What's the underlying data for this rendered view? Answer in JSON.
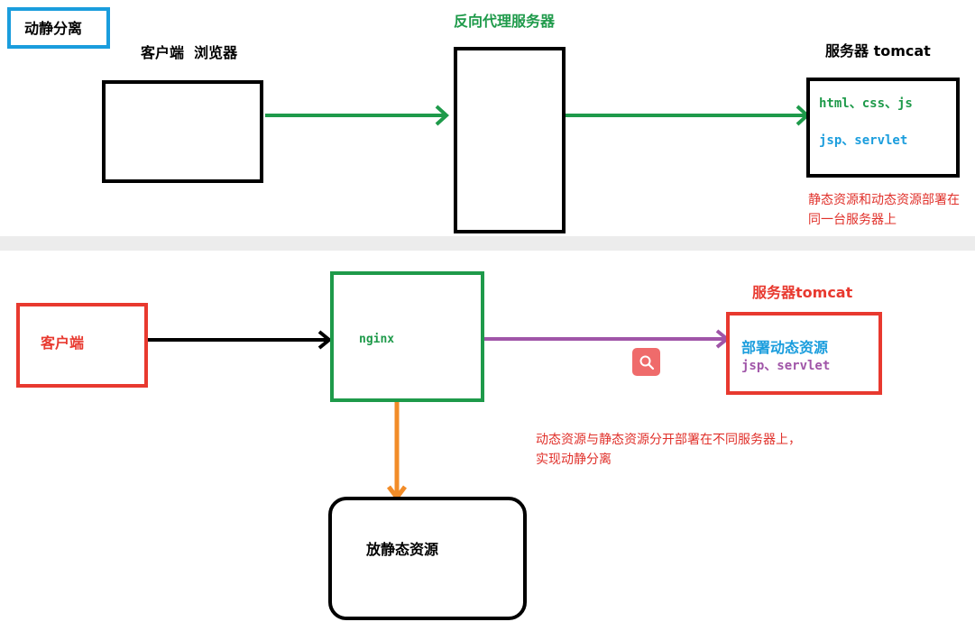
{
  "top": {
    "title": "动静分离",
    "client_label": "客户端  浏览器",
    "proxy_label": "反向代理服务器",
    "server_label": "服务器 tomcat",
    "server_line1": "html、css、js",
    "server_line2": "jsp、servlet",
    "note": "静态资源和动态资源部署在同一台服务器上"
  },
  "bottom": {
    "client_label": "客户端",
    "nginx_label": "nginx",
    "server_title": "服务器tomcat",
    "server_line1": "部署动态资源",
    "server_line2": "jsp、servlet",
    "static_label": "放静态资源",
    "note_line1": "动态资源与静态资源分开部署在不同服务器上，",
    "note_line2": "实现动静分离"
  },
  "colors": {
    "green": "#1e9a4a",
    "black": "#000000",
    "purple": "#a055a8",
    "orange": "#f28c28",
    "red": "#e8392f",
    "blue": "#1a9ddd",
    "title_border": "#1a9ddd"
  },
  "icons": {
    "search": "search-icon"
  }
}
